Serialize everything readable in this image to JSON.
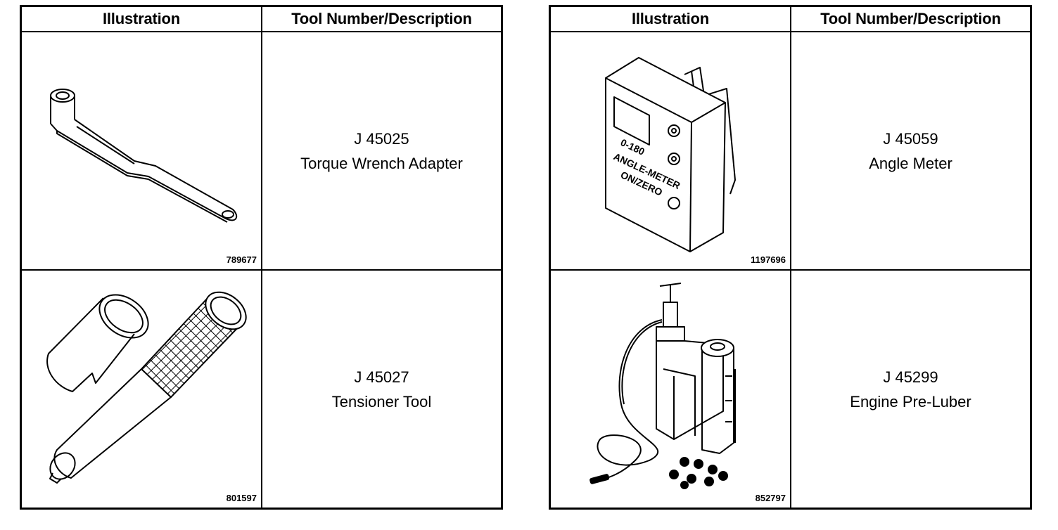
{
  "tables": [
    {
      "header": {
        "illustration": "Illustration",
        "description": "Tool Number/Description"
      },
      "rows": [
        {
          "figure": "789677",
          "tool_number": "J 45025",
          "tool_name": "Torque Wrench Adapter",
          "icon": "torque-wrench-adapter-illustration"
        },
        {
          "figure": "801597",
          "tool_number": "J 45027",
          "tool_name": "Tensioner Tool",
          "icon": "tensioner-tool-illustration"
        }
      ]
    },
    {
      "header": {
        "illustration": "Illustration",
        "description": "Tool Number/Description"
      },
      "rows": [
        {
          "figure": "1197696",
          "tool_number": "J 45059",
          "tool_name": "Angle Meter",
          "icon": "angle-meter-illustration",
          "device_labels": {
            "range": "0-180",
            "name": "ANGLE-METER",
            "switch": "ON/ZERO"
          }
        },
        {
          "figure": "852797",
          "tool_number": "J 45299",
          "tool_name": "Engine Pre-Luber",
          "icon": "engine-pre-luber-illustration"
        }
      ]
    }
  ]
}
